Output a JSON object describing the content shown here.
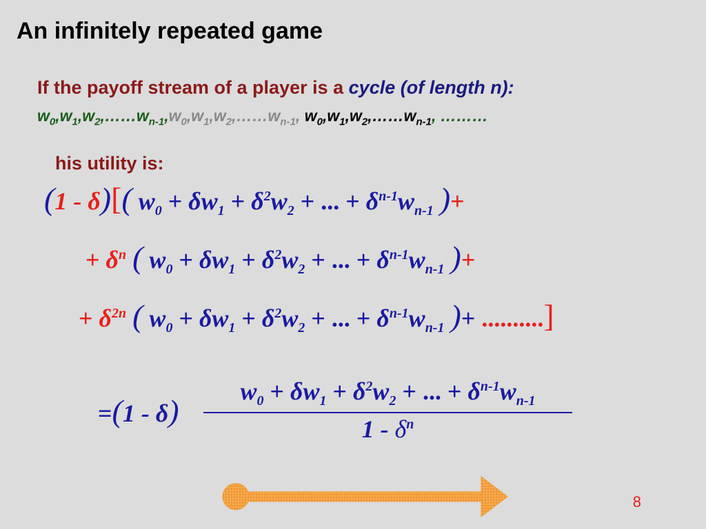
{
  "slide": {
    "title": "An infinitely repeated game",
    "intro_text": "If the payoff stream of a player is a ",
    "intro_emphasis": "cycle (of length n):",
    "utility_label": "his utility is:",
    "page_number": "8"
  },
  "sequence": {
    "tokens": [
      {
        "base": "w",
        "sub": "0",
        "sep": ",",
        "color": "#1a5c1a"
      },
      {
        "base": "w",
        "sub": "1",
        "sep": ",",
        "color": "#1a5c1a"
      },
      {
        "base": "w",
        "sub": "2",
        "sep": ",……",
        "color": "#1a5c1a"
      },
      {
        "base": "w",
        "sub": "n-1",
        "sep": ",",
        "color": "#1a5c1a"
      },
      {
        "base": "w",
        "sub": "0",
        "sep": ",",
        "color": "#888888"
      },
      {
        "base": "w",
        "sub": "1",
        "sep": ",",
        "color": "#888888"
      },
      {
        "base": "w",
        "sub": "2",
        "sep": ",……",
        "color": "#888888"
      },
      {
        "base": "w",
        "sub": "n-1",
        "sep": ", ",
        "color": "#888888"
      },
      {
        "base": "w",
        "sub": "0",
        "sep": ",",
        "color": "#000000"
      },
      {
        "base": "w",
        "sub": "1",
        "sep": ",",
        "color": "#000000"
      },
      {
        "base": "w",
        "sub": "2",
        "sep": ",……",
        "color": "#000000"
      },
      {
        "base": "w",
        "sub": "n-1",
        "sep": "",
        "color": "#000000"
      }
    ],
    "tail": ", ………",
    "tail_color": "#1a5c1a"
  },
  "formula": {
    "one_minus_delta": "1 - δ",
    "delta": "δ",
    "delta_n_exp": "n",
    "delta_2n_exp": "2n",
    "sum": {
      "w0": "w",
      "w0_sub": "0",
      "w1": "δw",
      "w1_sub": "1",
      "w2_delta": "δ",
      "w2_exp": "2",
      "w2": "w",
      "w2_sub": "2",
      "dots": "...",
      "wn_delta": "δ",
      "wn_exp": "n-1",
      "wn": "w",
      "wn_sub": "n-1"
    },
    "trailing_dots": "..........",
    "equals": "=",
    "denominator_one": "1 - ",
    "denominator_delta": "δ",
    "denominator_exp": "n"
  },
  "colors": {
    "background": "#dcdcdc",
    "math_blue": "#1a1aa0",
    "accent_red": "#e8201c",
    "dark_red": "#8b1a1a",
    "arrow_orange": "#f4a23c"
  }
}
